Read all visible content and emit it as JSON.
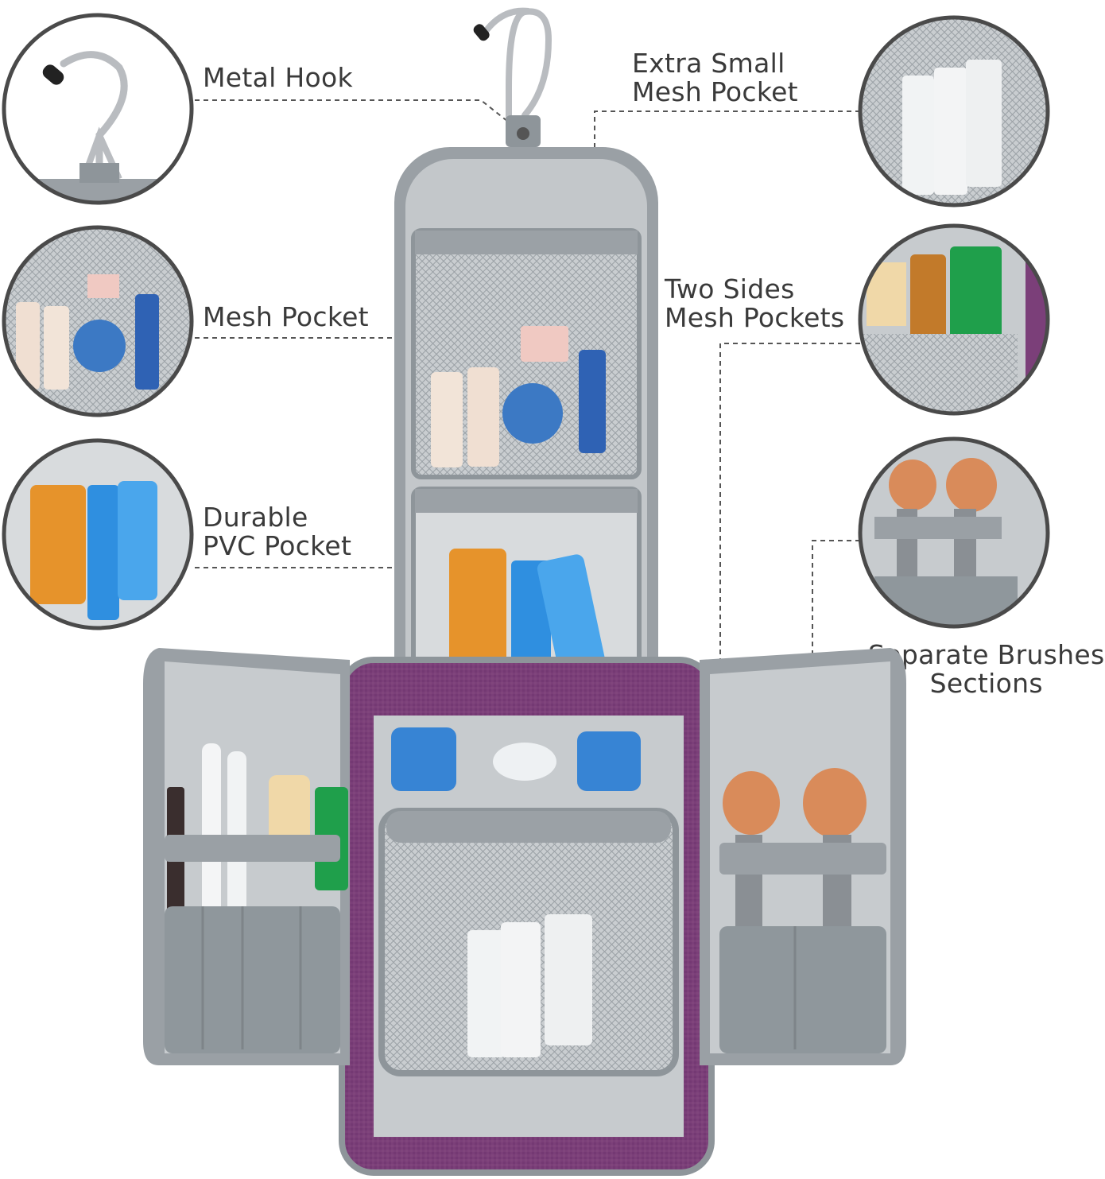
{
  "colors": {
    "purple": "#7b3f79",
    "purple_dark": "#5e2c5c",
    "gray_trim": "#8e959a",
    "gray_lining": "#c7cbce",
    "mesh": "#b9bec2",
    "text": "#3a3a3a",
    "callout_line": "#555555",
    "callout_ring": "#4a4a4a"
  },
  "callouts": [
    {
      "id": "metal-hook",
      "lines": [
        "Metal Hook"
      ],
      "icon": "hook-icon"
    },
    {
      "id": "mesh-pocket",
      "lines": [
        "Mesh Pocket"
      ],
      "icon": "mesh-pocket-icon"
    },
    {
      "id": "pvc-pocket",
      "lines": [
        "Durable",
        "PVC Pocket"
      ],
      "icon": "pvc-pocket-icon"
    },
    {
      "id": "extra-small-mesh",
      "lines": [
        "Extra Small",
        "Mesh Pocket"
      ],
      "icon": "small-mesh-icon"
    },
    {
      "id": "two-sides-mesh",
      "lines": [
        "Two Sides",
        "Mesh Pockets"
      ],
      "icon": "side-mesh-icon"
    },
    {
      "id": "brushes",
      "lines": [
        "Separate Brushes",
        "Sections"
      ],
      "icon": "brush-section-icon"
    }
  ]
}
